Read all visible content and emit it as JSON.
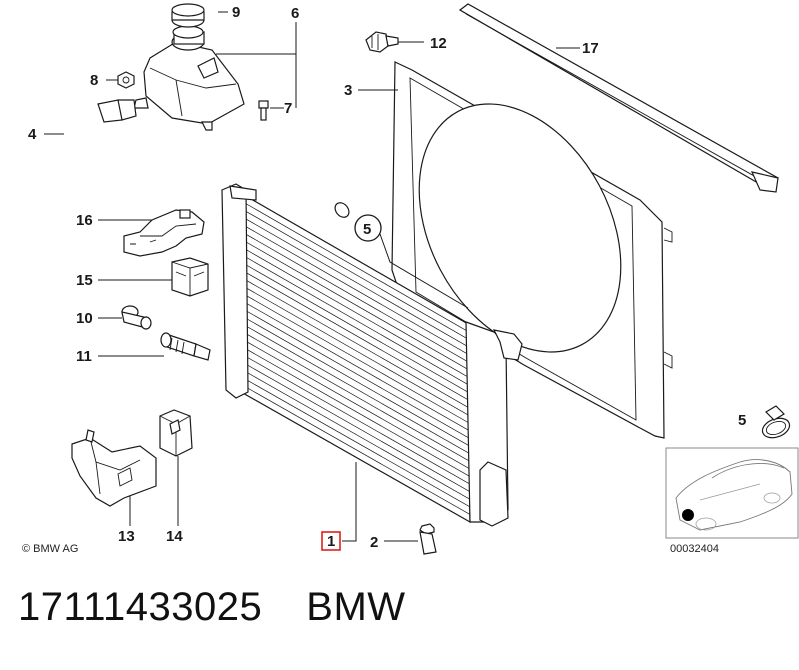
{
  "diagram": {
    "callouts": {
      "c1": "1",
      "c2": "2",
      "c3": "3",
      "c4": "4",
      "c5": "5",
      "c6": "6",
      "c7": "7",
      "c8": "8",
      "c9": "9",
      "c10": "10",
      "c11": "11",
      "c12": "12",
      "c13": "13",
      "c14": "14",
      "c15": "15",
      "c16": "16",
      "c17": "17"
    },
    "inset": {
      "callout": "5",
      "code": "00032404"
    },
    "copyright": "© BMW AG",
    "highlight_color": "#e0201b"
  },
  "caption": {
    "part_number": "17111433025",
    "brand": "BMW"
  }
}
